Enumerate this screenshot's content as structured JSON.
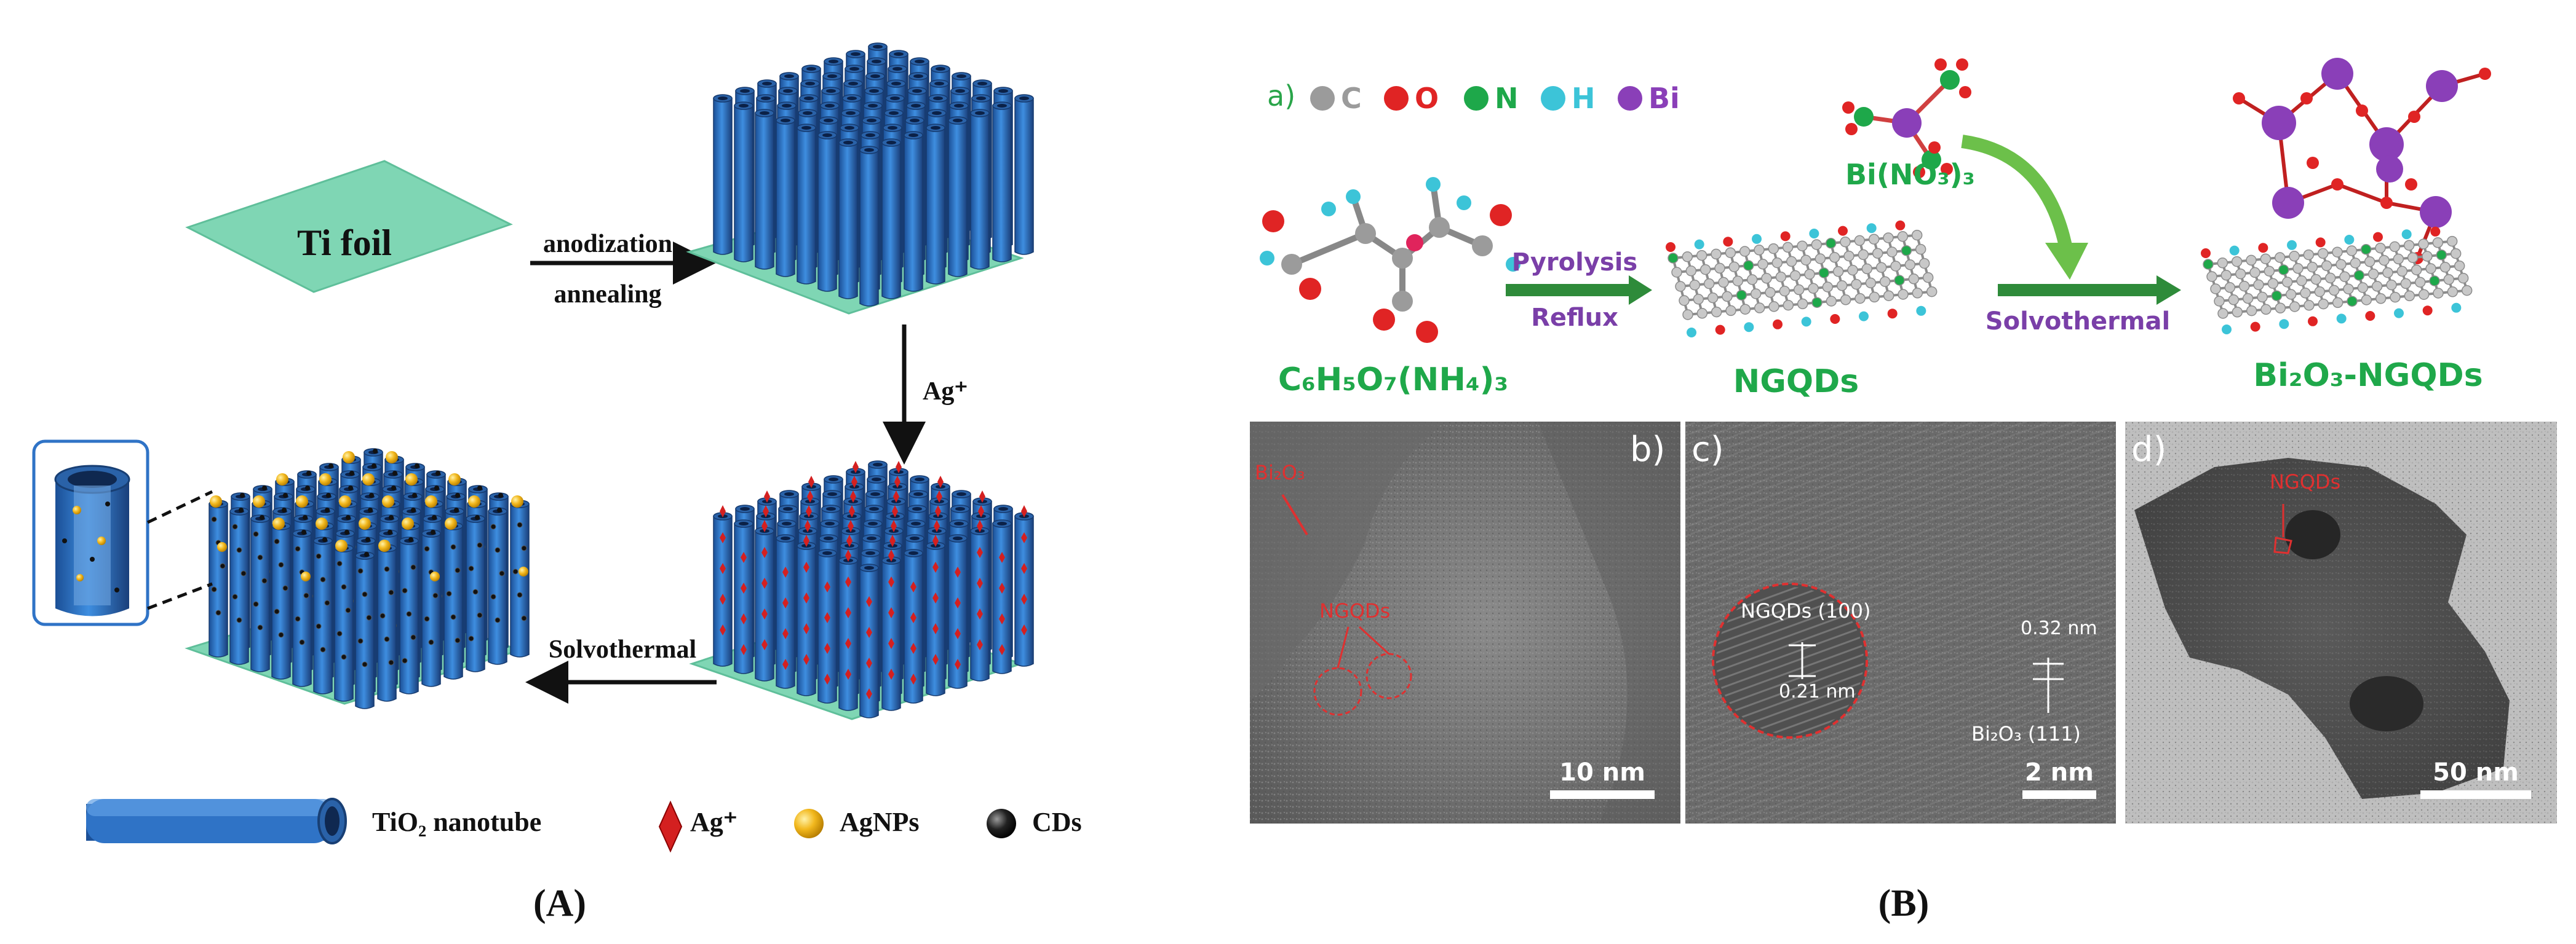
{
  "panel_A": {
    "caption": "(A)",
    "ti_foil_label": "Ti foil",
    "step1_top": "anodization",
    "step1_bottom": "annealing",
    "step2": "Ag⁺",
    "step3": "Solvothermal",
    "legend": {
      "tube": "TiO₂ nanotube",
      "ag_ion": "Ag⁺",
      "agnps": "AgNPs",
      "cds": "CDs"
    },
    "colors": {
      "foil": "#7fd6b4",
      "tube": "#2f73c6",
      "tube_dark": "#1a3f7a",
      "ag_ion": "#d42020",
      "agnp": "#f2b81e",
      "cd": "#111111"
    }
  },
  "panel_B": {
    "caption": "(B)",
    "part_a": {
      "label": "a)",
      "atom_legend": [
        {
          "symbol": "C",
          "color": "#9b9b9b"
        },
        {
          "symbol": "O",
          "color": "#e02424"
        },
        {
          "symbol": "N",
          "color": "#1ea84a"
        },
        {
          "symbol": "H",
          "color": "#3cc4d8"
        },
        {
          "symbol": "Bi",
          "color": "#8a3fb8"
        }
      ],
      "precursor_label": "C₆H₅O₇(NH₄)₃",
      "arrow1_top": "Pyrolysis",
      "arrow1_bottom": "Reflux",
      "ngqds_label": "NGQDs",
      "bi_label": "Bi(NO₃)₃",
      "arrow2": "Solvothermal",
      "product_label": "Bi₂O₃-NGQDs"
    },
    "tem_b": {
      "label": "b)",
      "ann1": "Bi₂O₃",
      "ann2": "NGQDs",
      "scale": "10 nm"
    },
    "tem_c": {
      "label": "c)",
      "ann1": "NGQDs (100)",
      "ann2": "0.21 nm",
      "ann3": "0.32 nm",
      "ann4": "Bi₂O₃ (111)",
      "scale": "2 nm"
    },
    "tem_d": {
      "label": "d)",
      "ann1": "NGQDs",
      "scale": "50 nm"
    }
  }
}
